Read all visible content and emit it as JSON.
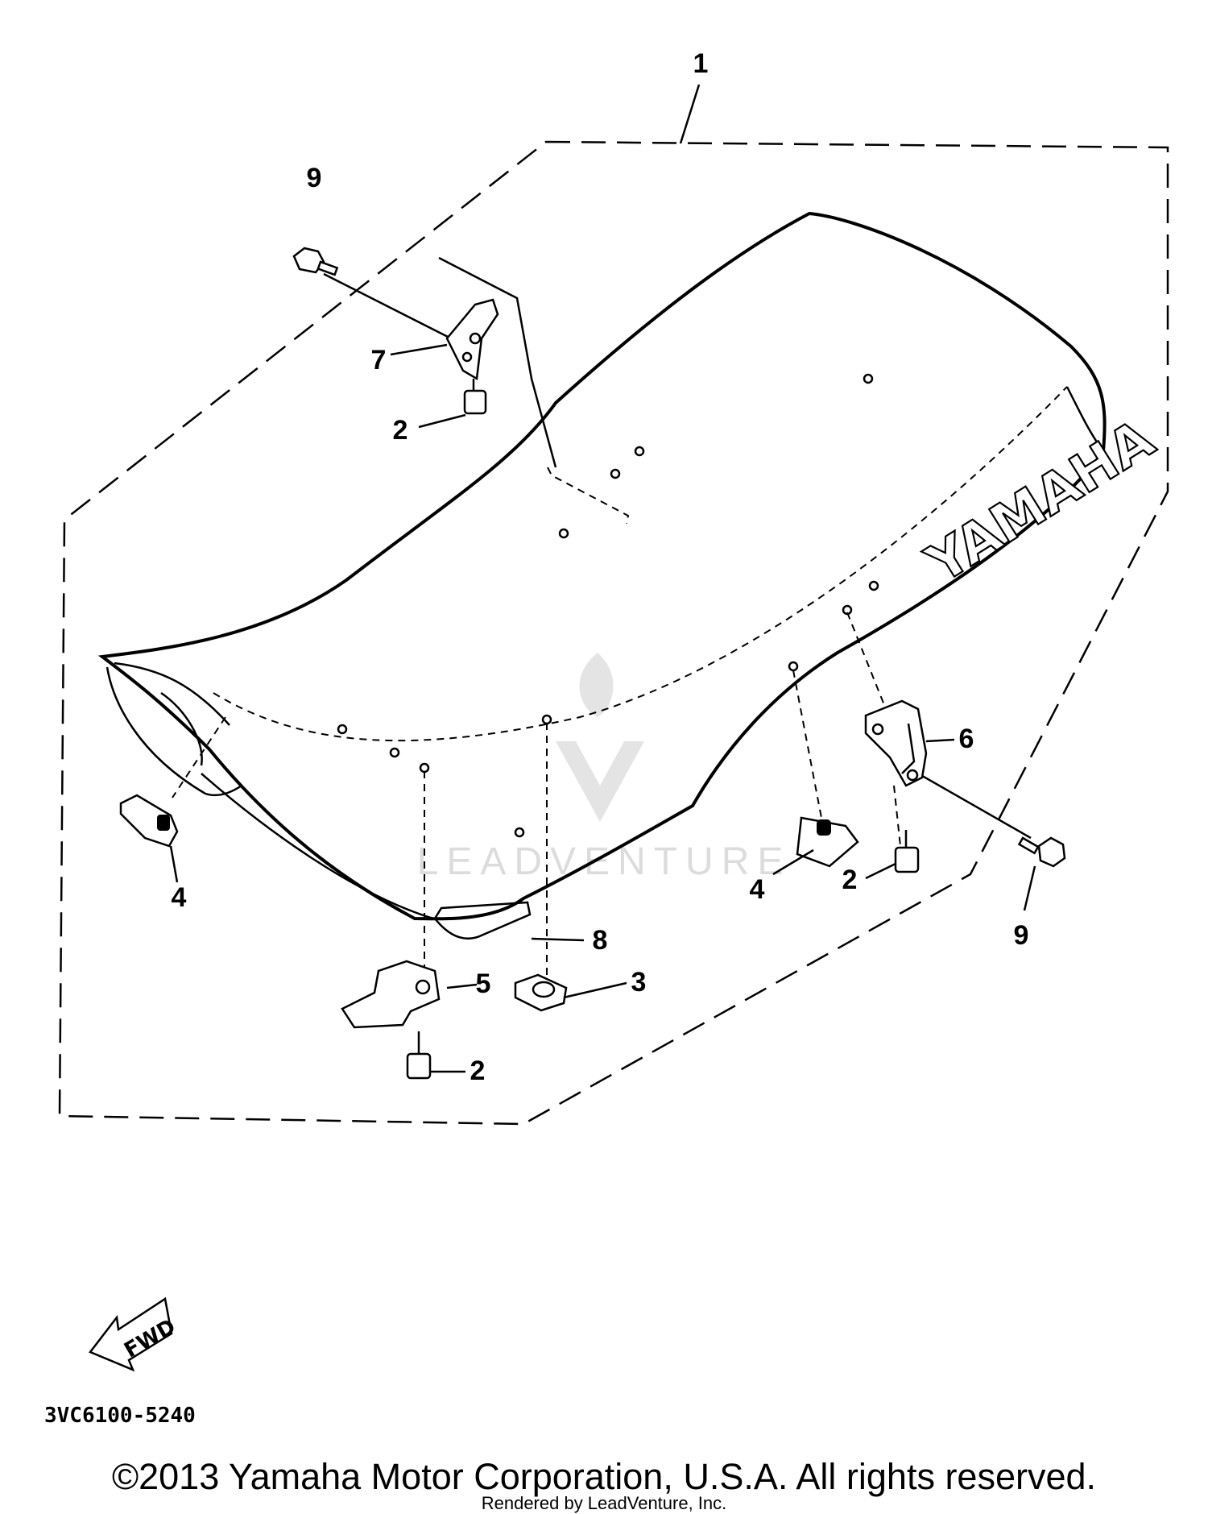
{
  "diagram": {
    "callouts": {
      "c1": "1",
      "c2a": "2",
      "c2b": "2",
      "c2c": "2",
      "c3": "3",
      "c4a": "4",
      "c4b": "4",
      "c5": "5",
      "c6": "6",
      "c7": "7",
      "c8": "8",
      "c9a": "9",
      "c9b": "9"
    },
    "brand_text": "YAMAHA",
    "forward_arrow_text": "FWD",
    "part_code": "3VC6100-5240"
  },
  "footer": {
    "copyright": "©2013 Yamaha Motor Corporation, U.S.A. All rights reserved.",
    "rendered_by": "Rendered by LeadVenture, Inc."
  },
  "watermark": {
    "text": "LEADVENTURE"
  },
  "colors": {
    "line": "#000000",
    "background": "#ffffff",
    "watermark": "#dcdcdc"
  }
}
